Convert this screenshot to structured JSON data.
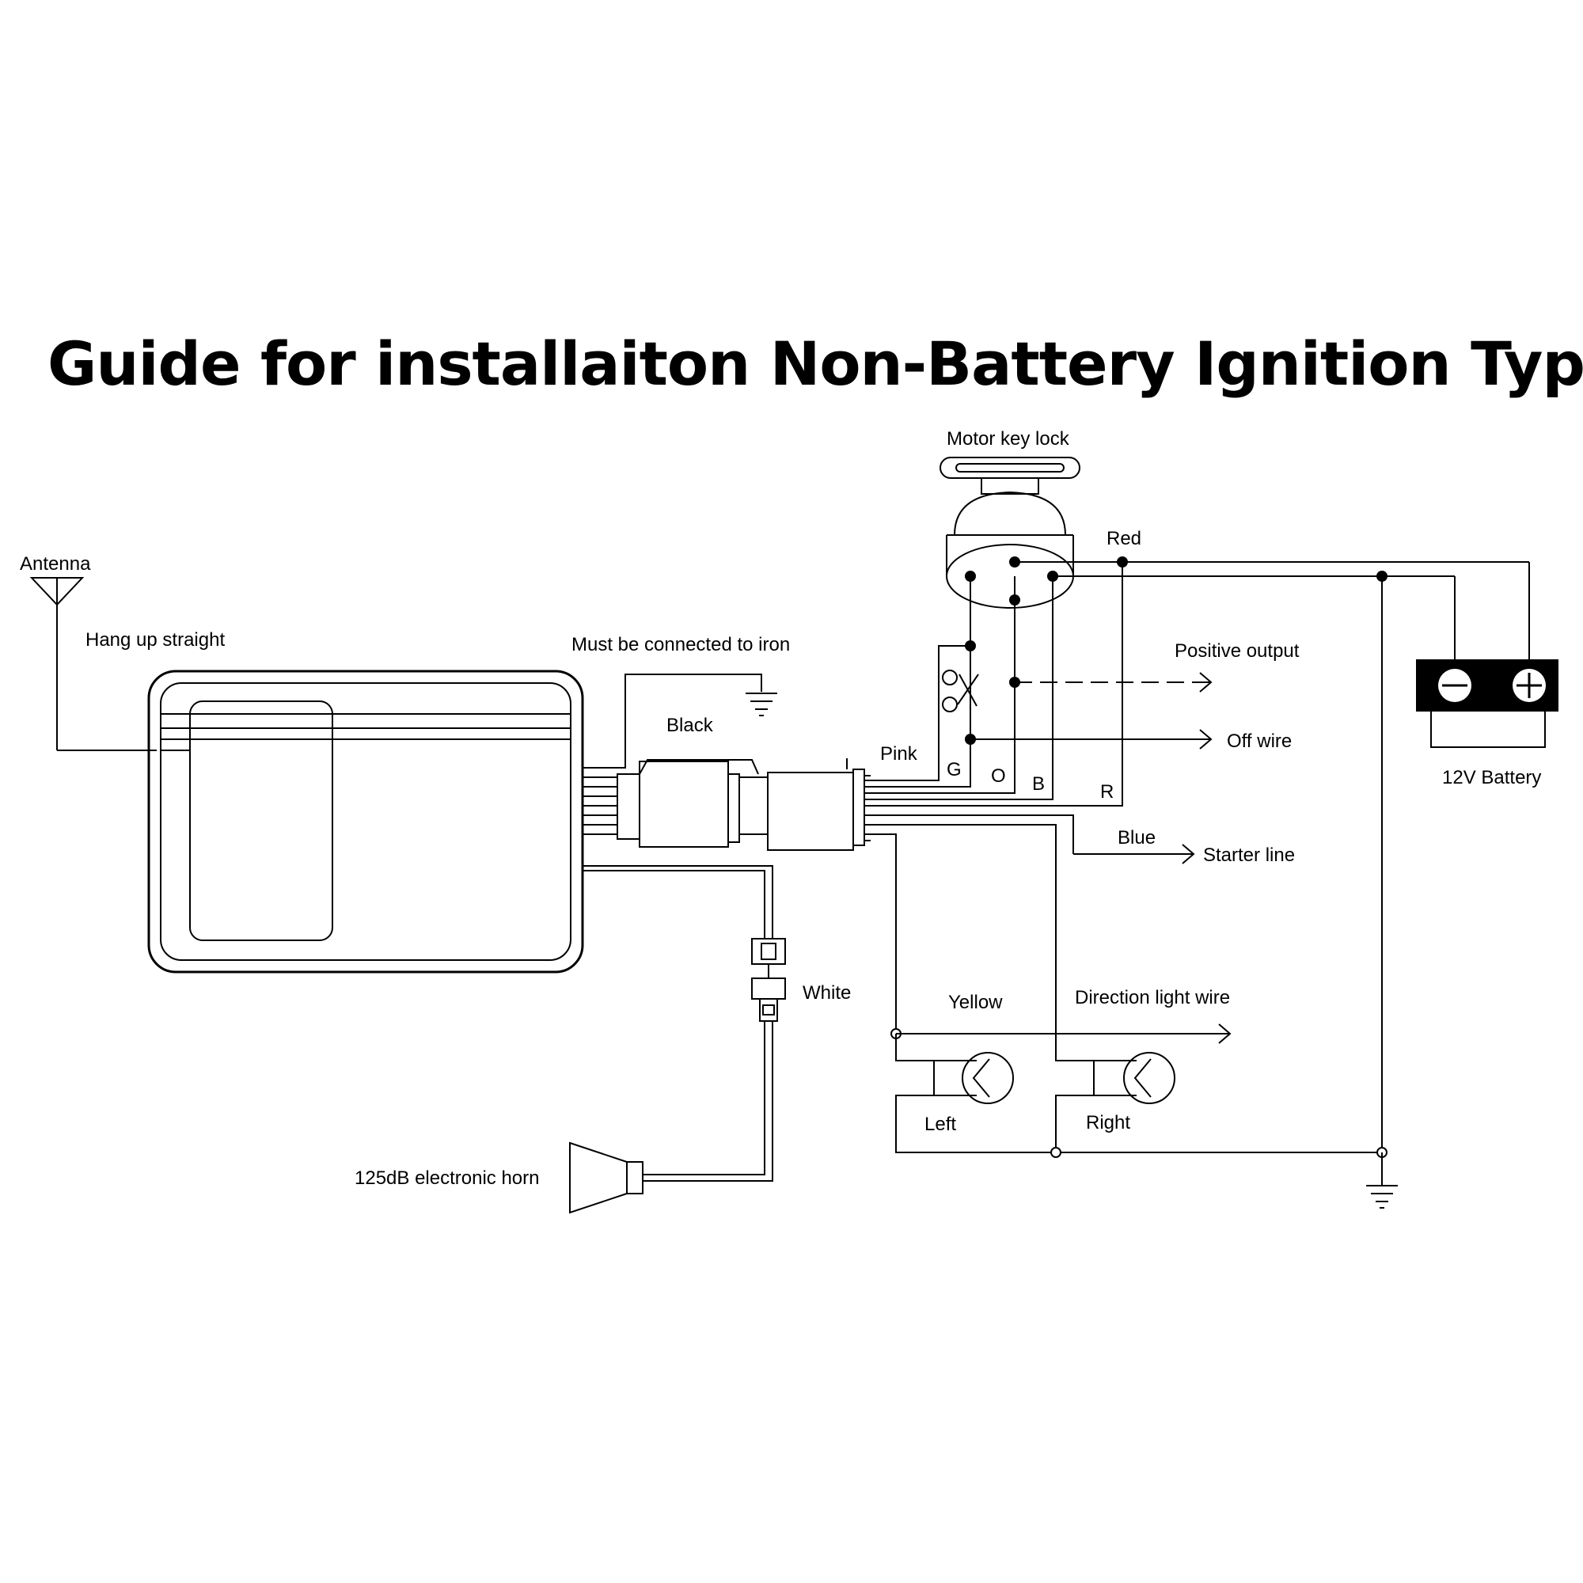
{
  "title": "Guide for installaiton Non-Battery Ignition Type",
  "labels": {
    "antenna": "Antenna",
    "hang_up": "Hang up straight",
    "iron": "Must be connected to iron",
    "black": "Black",
    "pink": "Pink",
    "g": "G",
    "o": "O",
    "b": "B",
    "r": "R",
    "motor_key_lock": "Motor key lock",
    "red": "Red",
    "positive_output": "Positive output",
    "off_wire": "Off wire",
    "blue": "Blue",
    "starter_line": "Starter line",
    "battery": "12V Battery",
    "white": "White",
    "yellow": "Yellow",
    "direction_light": "Direction light wire",
    "left": "Left",
    "right": "Right",
    "horn": "125dB electronic horn"
  }
}
